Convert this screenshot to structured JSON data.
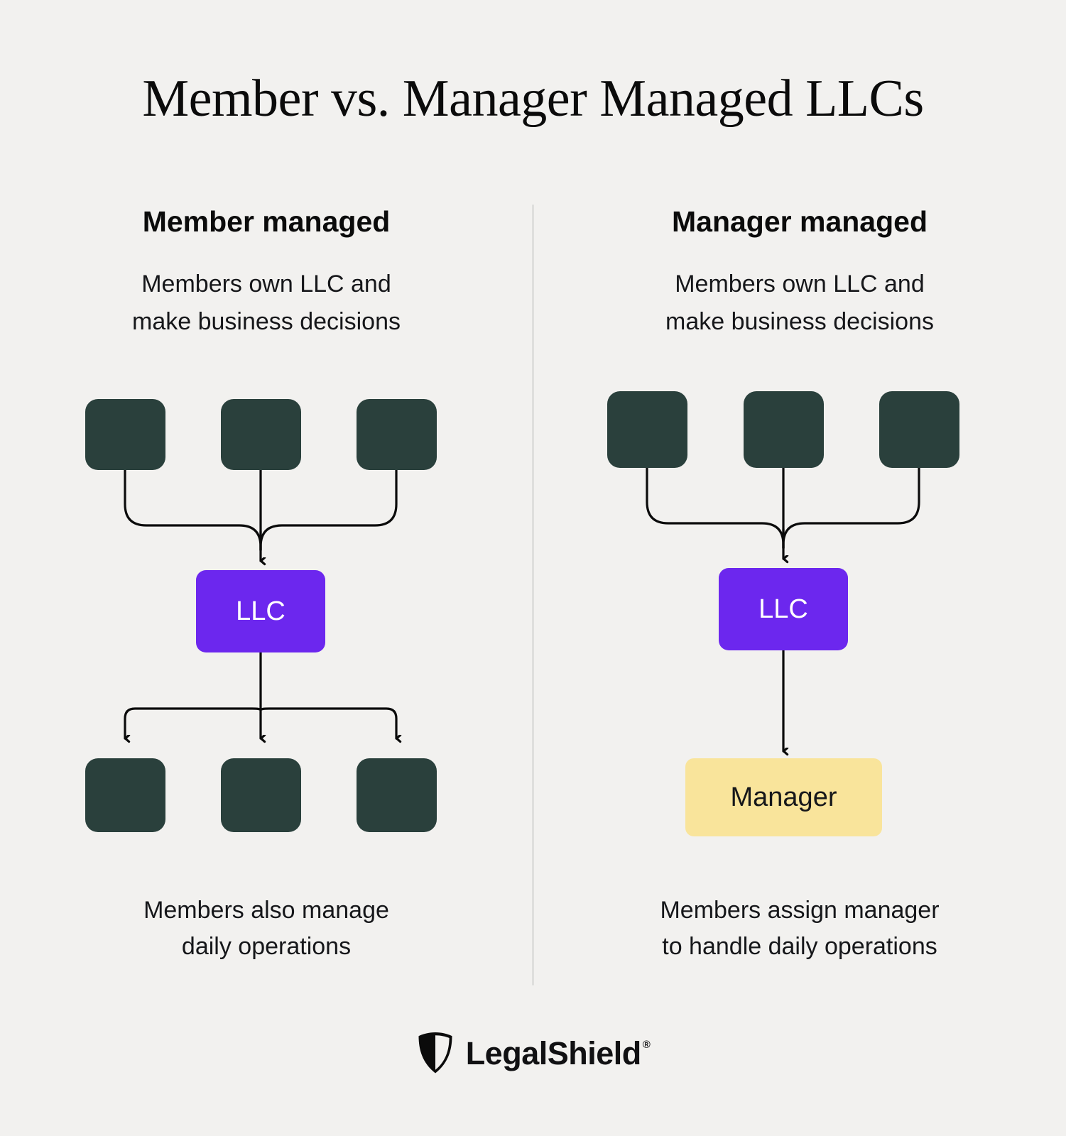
{
  "title": "Member vs. Manager Managed LLCs",
  "colors": {
    "background": "#F2F1EF",
    "member_box": "#2A403C",
    "llc_box": "#6C27EE",
    "manager_box": "#F9E49B",
    "divider": "#DEDEDC",
    "arrow": "#0B0B0B",
    "text": "#16171A"
  },
  "columns": [
    {
      "heading": "Member managed",
      "caption_top": "Members own LLC and\nmake business decisions",
      "caption_bottom": "Members also manage\ndaily operations",
      "top_nodes": [
        "",
        "",
        ""
      ],
      "center_node": "LLC",
      "bottom_nodes": [
        "",
        "",
        ""
      ]
    },
    {
      "heading": "Manager managed",
      "caption_top": "Members own LLC and\nmake business decisions",
      "caption_bottom": "Members assign manager\nto handle daily operations",
      "top_nodes": [
        "",
        "",
        ""
      ],
      "center_node": "LLC",
      "bottom_nodes": [
        "Manager"
      ]
    }
  ],
  "footer": {
    "brand": "LegalShield",
    "registered_mark": "®",
    "logo_icon": "shield-icon"
  }
}
